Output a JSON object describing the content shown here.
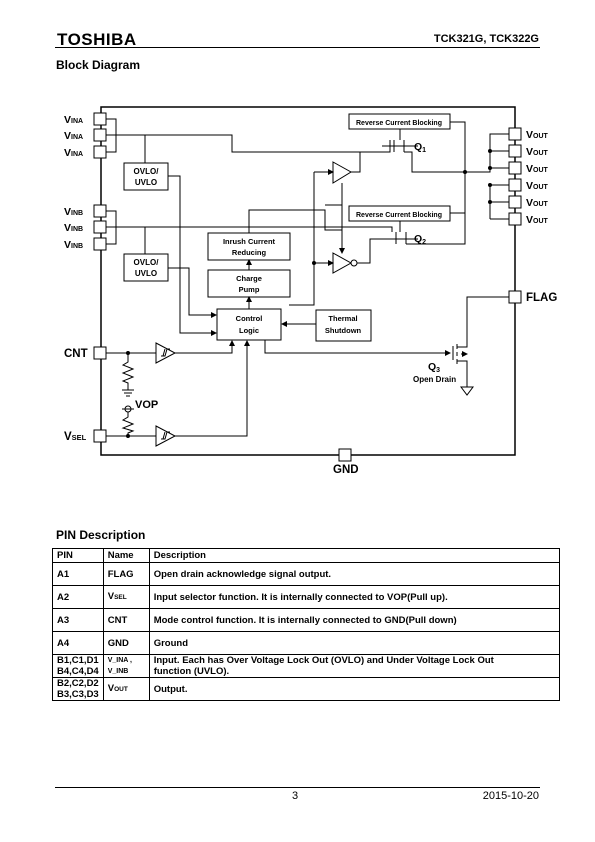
{
  "header": {
    "logo": "TOSHIBA",
    "part_numbers": "TCK321G,  TCK322G"
  },
  "block_diagram": {
    "title": "Block Diagram",
    "inputs_a": [
      "V",
      "V",
      "V"
    ],
    "input_a_sub": "INA",
    "inputs_b": [
      "V",
      "V",
      "V"
    ],
    "input_b_sub": "INB",
    "outputs_main": "V",
    "outputs_sub": "OUT",
    "flag": "FLAG",
    "cnt": "CNT",
    "vsel_main": "V",
    "vsel_sub": "SEL",
    "vop": "VOP",
    "gnd": "GND",
    "ovlo1": [
      "OVLO/",
      "UVLO"
    ],
    "ovlo2": [
      "OVLO/",
      "UVLO"
    ],
    "rcb1": "Reverse Current Blocking",
    "rcb2": "Reverse Current Blocking",
    "inrush": [
      "Inrush Current",
      "Reducing"
    ],
    "charge": [
      "Charge",
      "Pump"
    ],
    "control": [
      "Control",
      "Logic"
    ],
    "thermal": [
      "Thermal",
      "Shutdown"
    ],
    "q1": "Q",
    "q1_sub": "1",
    "q2": "Q",
    "q2_sub": "2",
    "q3": "Q",
    "q3_sub": "3",
    "open_drain": "Open Drain"
  },
  "pin_description": {
    "title": "PIN Description",
    "headers": [
      "PIN",
      "Name",
      "Description"
    ],
    "rows": [
      {
        "pin": "A1",
        "name": "FLAG",
        "name_sub": "",
        "desc": "Open drain acknowledge signal output."
      },
      {
        "pin": "A2",
        "name": "V",
        "name_sub": "SEL",
        "desc": "Input selector function. It is internally connected to VOP(Pull up)."
      },
      {
        "pin": "A3",
        "name": "CNT",
        "name_sub": "",
        "desc": "Mode control function. It is internally connected to GND(Pull down)"
      },
      {
        "pin": "A4",
        "name": "GND",
        "name_sub": "",
        "desc": "Ground"
      },
      {
        "pin": "B1,C1,D1\nB4,C4,D4",
        "name": "V_INA , V_INB",
        "name_sub": "",
        "desc": "Input. Each has Over Voltage Lock Out (OVLO) and Under Voltage Lock Out\nfunction (UVLO)."
      },
      {
        "pin": "B2,C2,D2\nB3,C3,D3",
        "name": "V",
        "name_sub": "OUT",
        "desc": "Output."
      }
    ]
  },
  "footer": {
    "page": "3",
    "date": "2015-10-20"
  }
}
